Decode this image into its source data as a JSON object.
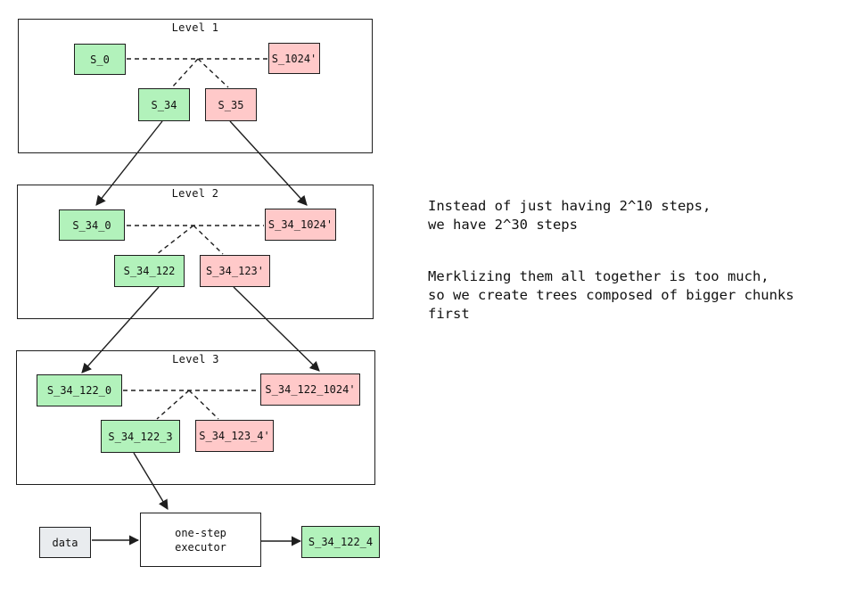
{
  "levels": [
    {
      "title": "Level 1",
      "nodes": {
        "left": "S_0",
        "right": "S_1024'",
        "child_left": "S_34",
        "child_right": "S_35"
      }
    },
    {
      "title": "Level 2",
      "nodes": {
        "left": "S_34_0",
        "right": "S_34_1024'",
        "child_left": "S_34_122",
        "child_right": "S_34_123'"
      }
    },
    {
      "title": "Level 3",
      "nodes": {
        "left": "S_34_122_0",
        "right": "S_34_122_1024'",
        "child_left": "S_34_122_3",
        "child_right": "S_34_123_4'"
      }
    }
  ],
  "bottom": {
    "input": "data",
    "executor_line1": "one-step",
    "executor_line2": "executor",
    "output": "S_34_122_4"
  },
  "notes": {
    "paragraph1_line1": "Instead of just having 2^10 steps,",
    "paragraph1_line2": "we have 2^30 steps",
    "paragraph2_line1": "Merklizing them all together is too much,",
    "paragraph2_line2": "so we create trees composed of bigger chunks",
    "paragraph2_line3": "first"
  },
  "colors": {
    "stroke": "#1e1e1e",
    "green_node": "#b2f2bb",
    "pink_node": "#ffc9c9",
    "grey_node": "#e9ecef"
  }
}
